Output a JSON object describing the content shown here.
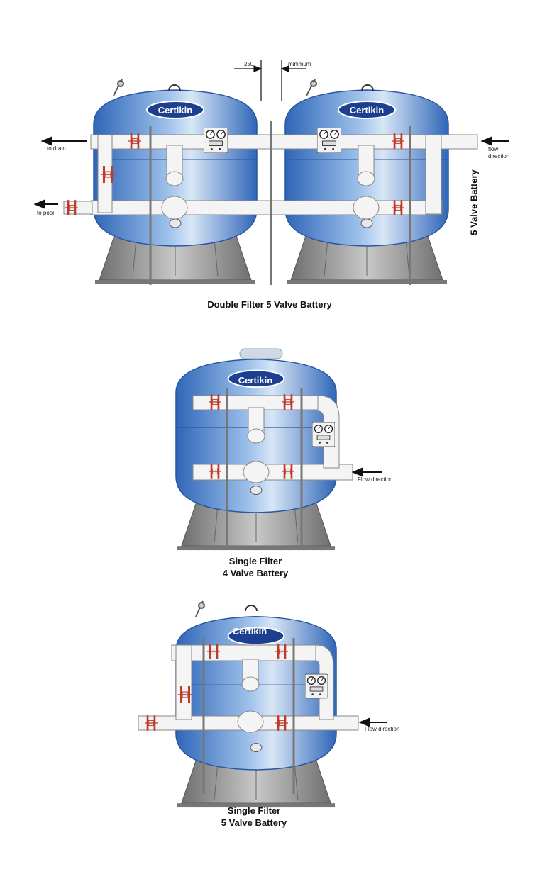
{
  "diagrams": [
    {
      "caption": "Double Filter 5 Valve Battery",
      "side_label": "5 Valve Battery",
      "labels": {
        "drain": "to drain",
        "pool": "to pool",
        "flow": [
          "flow",
          "direction"
        ]
      },
      "dimension": {
        "left": "250",
        "right": "minimum"
      }
    },
    {
      "caption_lines": [
        "Single Filter",
        "4 Valve Battery"
      ],
      "flow_label": "Flow direction"
    },
    {
      "caption_lines": [
        "Single Filter",
        "5 Valve Battery"
      ],
      "flow_label": "Flow direction"
    }
  ],
  "brand": "Certikin",
  "colors": {
    "tank_blue": "#3f78c9",
    "tank_light": "#c9dcf2",
    "pipe": "#f4f4f4",
    "valve": "#c0392b",
    "base": "#8f8f8f",
    "logo_bg": "#1d3f8f"
  }
}
